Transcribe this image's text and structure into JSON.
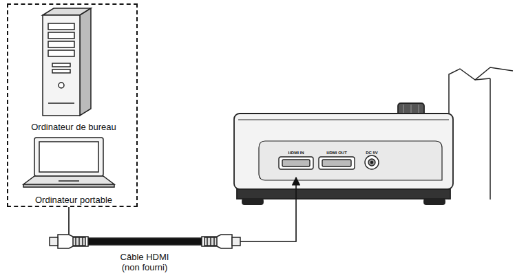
{
  "diagram": {
    "nodes": [
      {
        "text": [
          "Ordinateur de bureau",
          "Ordinateur portable"
        ]
      },
      {
        "text": [
          "HDMI IN",
          "HDMI OUT",
          "DC 5V"
        ]
      }
    ],
    "edges": [
      {
        "from": 0,
        "to": 1,
        "arrow": "to",
        "label": "Câble HDMI (non fourni)"
      }
    ]
  }
}
